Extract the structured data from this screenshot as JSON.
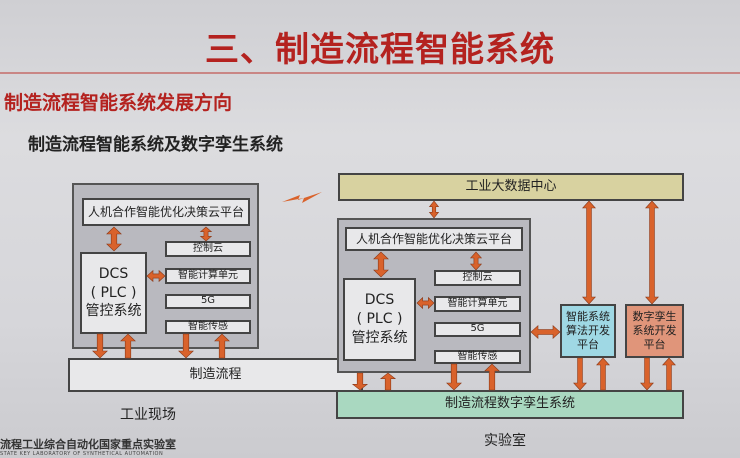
{
  "slide": {
    "title": "三、制造流程智能系统",
    "subtitle": "制造流程智能系统发展方向",
    "heading": "制造流程智能系统及数字孪生系统"
  },
  "field": {
    "cloud_platform": "人机合作智能优化决策云平台",
    "dcs_line1": "DCS",
    "dcs_line2": "( PLC )",
    "dcs_line3": "管控系统",
    "stack": [
      "控制云",
      "智能计算单元",
      "5G",
      "智能传感"
    ],
    "process": "制造流程",
    "caption": "工业现场"
  },
  "lab": {
    "big_data_center": "工业大数据中心",
    "cloud_platform": "人机合作智能优化决策云平台",
    "dcs_line1": "DCS",
    "dcs_line2": "( PLC )",
    "dcs_line3": "管控系统",
    "stack": [
      "控制云",
      "智能计算单元",
      "5G",
      "智能传感"
    ],
    "algo_platform": "智能系统算法开发平台",
    "twin_platform": "数字孪生系统开发平台",
    "twin_system": "制造流程数字孪生系统",
    "caption": "实验室"
  },
  "footer": {
    "lab_name": "流程工业综合自动化国家重点实验室",
    "lab_name_en": "STATE KEY LABORATORY OF SYNTHETICAL AUTOMATION"
  },
  "colors": {
    "title_red": "#b4221f",
    "arrow_orange": "#d9622b",
    "big_data_khaki": "#d8d2a0",
    "twin_system_green": "#a9d8c0",
    "algo_cyan": "#9fd8e4",
    "twin_platform_salmon": "#e0957a"
  },
  "icons": {
    "link": "lightning-icon"
  }
}
